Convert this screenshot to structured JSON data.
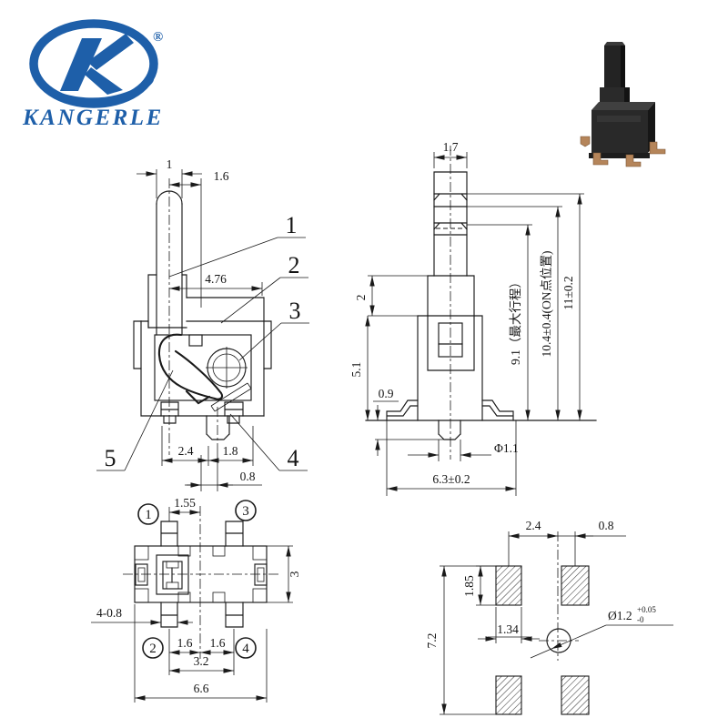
{
  "brand": {
    "name": "KANGERLE",
    "registered_mark": "®"
  },
  "views": {
    "front": {
      "dims": {
        "plunger_w": "1",
        "tip_offset": "1.6",
        "shoulder_w": "4.76",
        "pitch_left": "2.4",
        "pitch_right": "1.8",
        "peg_offset": "0.8"
      },
      "callouts": [
        "1",
        "2",
        "3",
        "4",
        "5"
      ]
    },
    "side": {
      "dims": {
        "plunger_w": "1.7",
        "shoulder_h": "2",
        "body_h": "5.1",
        "standoff": "0.9",
        "travel": "9.1（最大行程）",
        "on_point": "10.4±0.4(ON点位置)",
        "total_h": "11±0.2",
        "peg_dia": "Φ1.1",
        "base_w": "6.3±0.2"
      }
    },
    "bottom": {
      "pins": [
        "1",
        "2",
        "3",
        "4"
      ],
      "dims": {
        "pin_to_center": "1.55",
        "body_depth": "3",
        "pin_width": "4-0.8",
        "pitch_left": "1.6",
        "pitch_right": "1.6",
        "pin_span": "3.2",
        "body_width": "6.6"
      }
    },
    "pcb": {
      "dims": {
        "pad_to_center": "2.4",
        "center_to_pad": "0.8",
        "pad_h": "1.85",
        "pad_w": "1.34",
        "pattern_h": "7.2"
      },
      "hole": {
        "dia": "Ø1.2",
        "tol_plus": "+0.05",
        "tol_minus": "-0"
      }
    }
  },
  "colors": {
    "brand_blue": "#1e5fa9",
    "line": "#1a1a1a",
    "pin_bronze": "#b5855a",
    "body_dark": "#262626"
  }
}
